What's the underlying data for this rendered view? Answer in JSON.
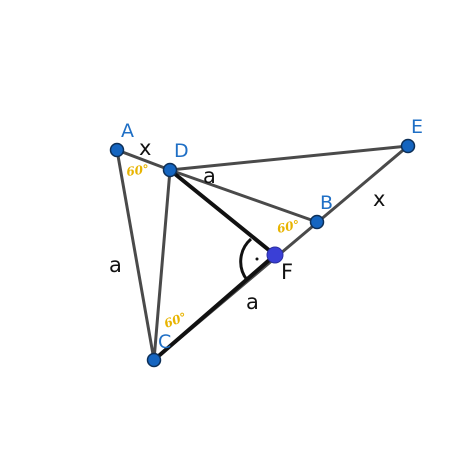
{
  "points": {
    "A": {
      "label": "A",
      "color": "#1565c0"
    },
    "B": {
      "label": "B",
      "color": "#1565c0"
    },
    "C": {
      "label": "C",
      "color": "#1565c0"
    },
    "D": {
      "label": "D",
      "color": "#1565c0"
    },
    "E": {
      "label": "E",
      "color": "#1565c0"
    },
    "F": {
      "label": "F",
      "color": "#3a3fd6"
    }
  },
  "segment_labels": {
    "AD": "x",
    "DB": "a",
    "BE": "x",
    "AC": "a",
    "CF": "a"
  },
  "angle_labels": {
    "A": "60°",
    "B": "60°",
    "C": "60°"
  },
  "colors": {
    "point_label": "#1f6fc5",
    "angle_label": "#e8b400",
    "segment": "#4a4a4a",
    "bold_segment": "#111111"
  }
}
